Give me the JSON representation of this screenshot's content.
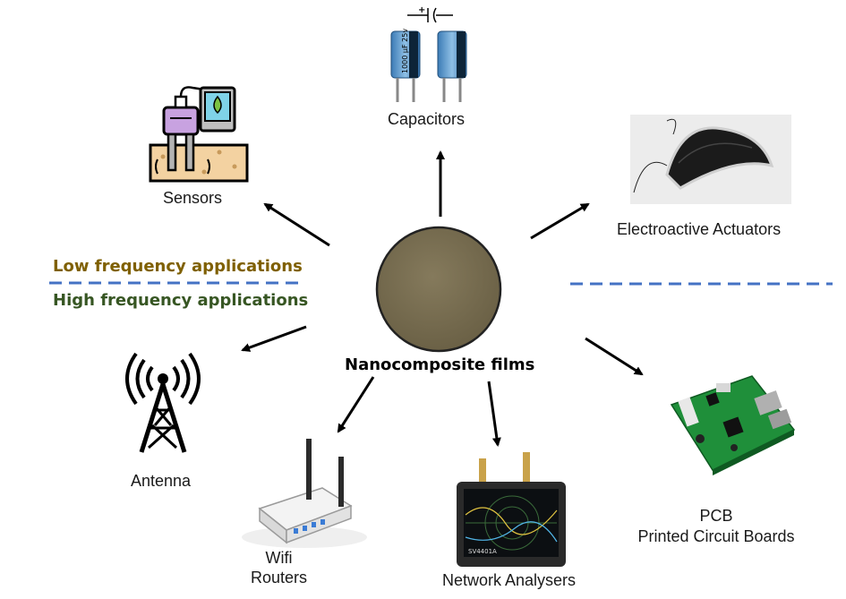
{
  "center": {
    "label": "Nanocomposite films",
    "color": "#7a6e4f"
  },
  "bands": {
    "low": {
      "label": "Low frequency applications",
      "color": "#7f6000"
    },
    "high": {
      "label": "High frequency applications",
      "color": "#375623"
    },
    "divider_color": "#4472c4"
  },
  "applications": {
    "capacitors": {
      "label": "Capacitors",
      "cap1_text": "1000 µF 25v"
    },
    "sensors": {
      "label": "Sensors"
    },
    "actuators": {
      "label": "Electroactive Actuators"
    },
    "antenna": {
      "label": "Antenna"
    },
    "routers": {
      "line1": "Wifi",
      "line2": "Routers"
    },
    "analysers": {
      "label": "Network Analysers",
      "screen_text": "SV4401A"
    },
    "pcb": {
      "line1": "PCB",
      "line2": "Printed Circuit Boards"
    }
  }
}
